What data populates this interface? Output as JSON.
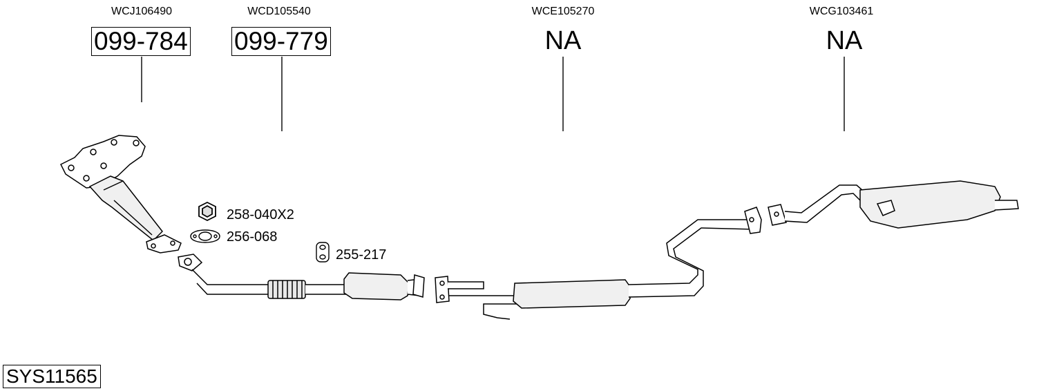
{
  "columns": [
    {
      "ref": "WCJ106490",
      "part": "099-784"
    },
    {
      "ref": "WCD105540",
      "part": "099-779"
    },
    {
      "ref": "WCE105270",
      "part": "NA"
    },
    {
      "ref": "WCG103461",
      "part": "NA"
    }
  ],
  "accessories": [
    {
      "label": "258-040X2",
      "icon": "hex-nut-icon"
    },
    {
      "label": "256-068",
      "icon": "gasket-icon"
    },
    {
      "label": "255-217",
      "icon": "rubber-mount-icon"
    }
  ],
  "system_code": "SYS11565"
}
